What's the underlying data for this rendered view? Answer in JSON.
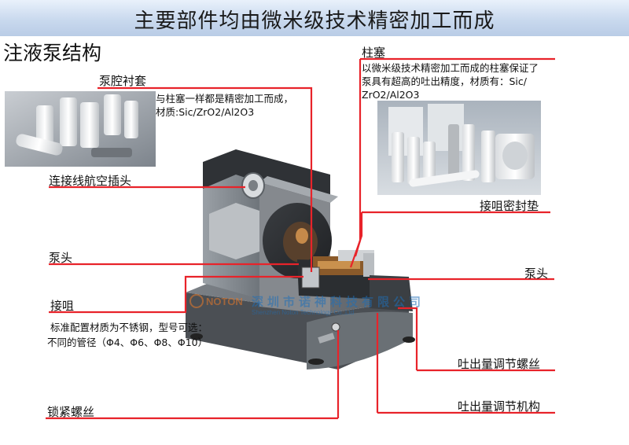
{
  "title": "主要部件均由微米级技术精密加工而成",
  "section_title": "注液泵结构",
  "accent_color": "#e8232a",
  "labels": {
    "liner": "泵腔衬套",
    "liner_desc_1": "与柱塞一样都是精密加工而成，",
    "liner_desc_2": "材质:Sic/ZrO2/Al2O3",
    "plunger": "柱塞",
    "plunger_desc_1": "以微米级技术精密加工而成的柱塞保证了",
    "plunger_desc_2": "泵具有超高的吐出精度，材质有：Sic/",
    "plunger_desc_3": "ZrO2/Al2O3",
    "aviation_plug": "连接线航空插头",
    "gasket": "接咀密封垫",
    "pump_head_left": "泵头",
    "pump_head_right": "泵头",
    "nozzle": "接咀",
    "nozzle_desc_1": "标准配置材质为不锈钢，型号可选：",
    "nozzle_desc_2": "不同的管径（Φ4、Φ6、Φ8、Φ10）",
    "output_screw": "吐出量调节螺丝",
    "output_mechanism": "吐出量调节机构",
    "lock_screw": "锁紧螺丝"
  },
  "watermark": {
    "brand": "NOTON",
    "company": "深圳市诺神科技有限公司",
    "company_en": "Shenzhen Noton Technology Co.,Ltd"
  }
}
